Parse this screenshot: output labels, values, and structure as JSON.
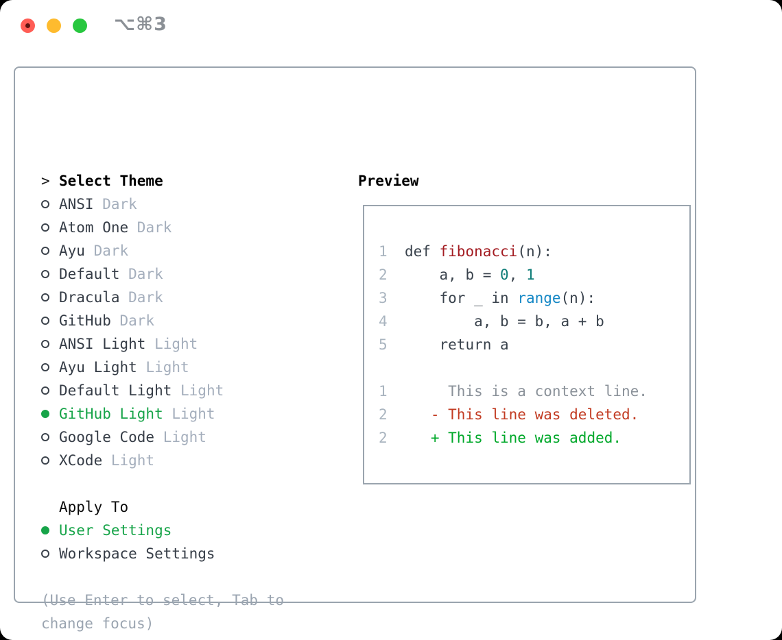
{
  "window": {
    "title": "⌥⌘3",
    "traffic_lights": [
      {
        "name": "close",
        "has_dot": true
      },
      {
        "name": "minimize",
        "has_dot": false
      },
      {
        "name": "zoom",
        "has_dot": false
      }
    ]
  },
  "theme_picker": {
    "prompt_marker": ">",
    "title": "Select Theme",
    "themes": [
      {
        "name": "ANSI",
        "variant": "Dark",
        "selected": false
      },
      {
        "name": "Atom One",
        "variant": "Dark",
        "selected": false
      },
      {
        "name": "Ayu",
        "variant": "Dark",
        "selected": false
      },
      {
        "name": "Default",
        "variant": "Dark",
        "selected": false
      },
      {
        "name": "Dracula",
        "variant": "Dark",
        "selected": false
      },
      {
        "name": "GitHub",
        "variant": "Dark",
        "selected": false
      },
      {
        "name": "ANSI Light",
        "variant": "Light",
        "selected": false
      },
      {
        "name": "Ayu Light",
        "variant": "Light",
        "selected": false
      },
      {
        "name": "Default Light",
        "variant": "Light",
        "selected": false
      },
      {
        "name": "GitHub Light",
        "variant": "Light",
        "selected": true
      },
      {
        "name": "Google Code",
        "variant": "Light",
        "selected": false
      },
      {
        "name": "XCode",
        "variant": "Light",
        "selected": false
      }
    ],
    "apply_to": {
      "title": "Apply To",
      "options": [
        {
          "label": "User Settings",
          "selected": true
        },
        {
          "label": "Workspace Settings",
          "selected": false
        }
      ]
    },
    "hint": "(Use Enter to select, Tab to change focus)"
  },
  "preview": {
    "title": "Preview",
    "lines": [
      [],
      [
        {
          "c": "ln",
          "t": "1"
        },
        {
          "c": "code",
          "t": "  def "
        },
        {
          "c": "fn",
          "t": "fibonacci"
        },
        {
          "c": "code",
          "t": "(n):"
        }
      ],
      [
        {
          "c": "ln",
          "t": "2"
        },
        {
          "c": "code",
          "t": "      a, b = "
        },
        {
          "c": "num",
          "t": "0"
        },
        {
          "c": "code",
          "t": ", "
        },
        {
          "c": "num",
          "t": "1"
        }
      ],
      [
        {
          "c": "ln",
          "t": "3"
        },
        {
          "c": "code",
          "t": "      for _ in "
        },
        {
          "c": "call",
          "t": "range"
        },
        {
          "c": "code",
          "t": "(n):"
        }
      ],
      [
        {
          "c": "ln",
          "t": "4"
        },
        {
          "c": "code",
          "t": "          a, b = b, a + b"
        }
      ],
      [
        {
          "c": "ln",
          "t": "5"
        },
        {
          "c": "code",
          "t": "      return a"
        }
      ],
      [],
      [
        {
          "c": "ln",
          "t": "1"
        },
        {
          "c": "ctx",
          "t": "       This is a context line."
        }
      ],
      [
        {
          "c": "ln",
          "t": "2"
        },
        {
          "c": "del",
          "t": "     - This line was deleted."
        }
      ],
      [
        {
          "c": "ln",
          "t": "2"
        },
        {
          "c": "add",
          "t": "     + This line was added."
        }
      ]
    ]
  },
  "palette": {
    "panel_border": "#9aa4ae",
    "text_dark": "#353c46",
    "muted_variant": "#a4aebc",
    "hint_gray": "#9aa4b0",
    "select_green": "#17a449",
    "titlebar_text": "#8b9096",
    "light_red": "#ff5d55",
    "light_yellow": "#febb2e",
    "light_green": "#28c73f",
    "ln": "#a9b4bf",
    "code": "#39424c",
    "fn": "#a31c22",
    "num": "#0f7d78",
    "call": "#1487c5",
    "ctx": "#8a9199",
    "del": "#c23b22",
    "add": "#00a82a"
  }
}
